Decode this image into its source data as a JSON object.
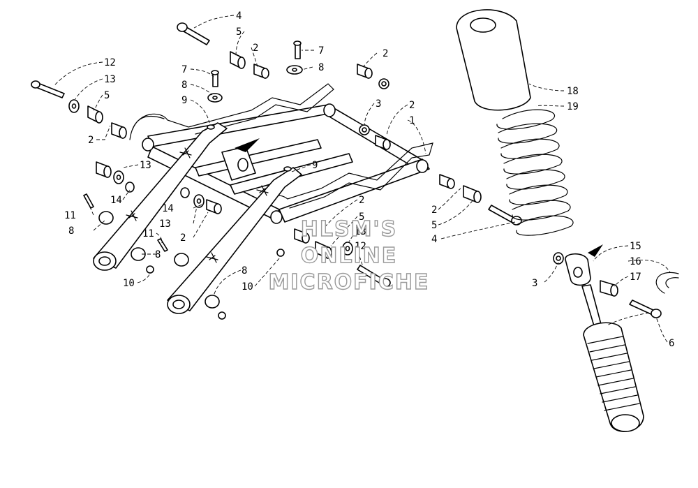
{
  "watermark": [
    "HLSM'S",
    "ONLINE",
    "MICROFICHE"
  ],
  "callouts": {
    "c1": "1",
    "c2": "2",
    "c3": "3",
    "c4": "4",
    "c5": "5",
    "c6": "6",
    "c7": "7",
    "c8": "8",
    "c9": "9",
    "c10": "10",
    "c11": "11",
    "c12": "12",
    "c13": "13",
    "c14": "14",
    "c15": "15",
    "c16": "16",
    "c17": "17",
    "c18": "18",
    "c19": "19"
  }
}
